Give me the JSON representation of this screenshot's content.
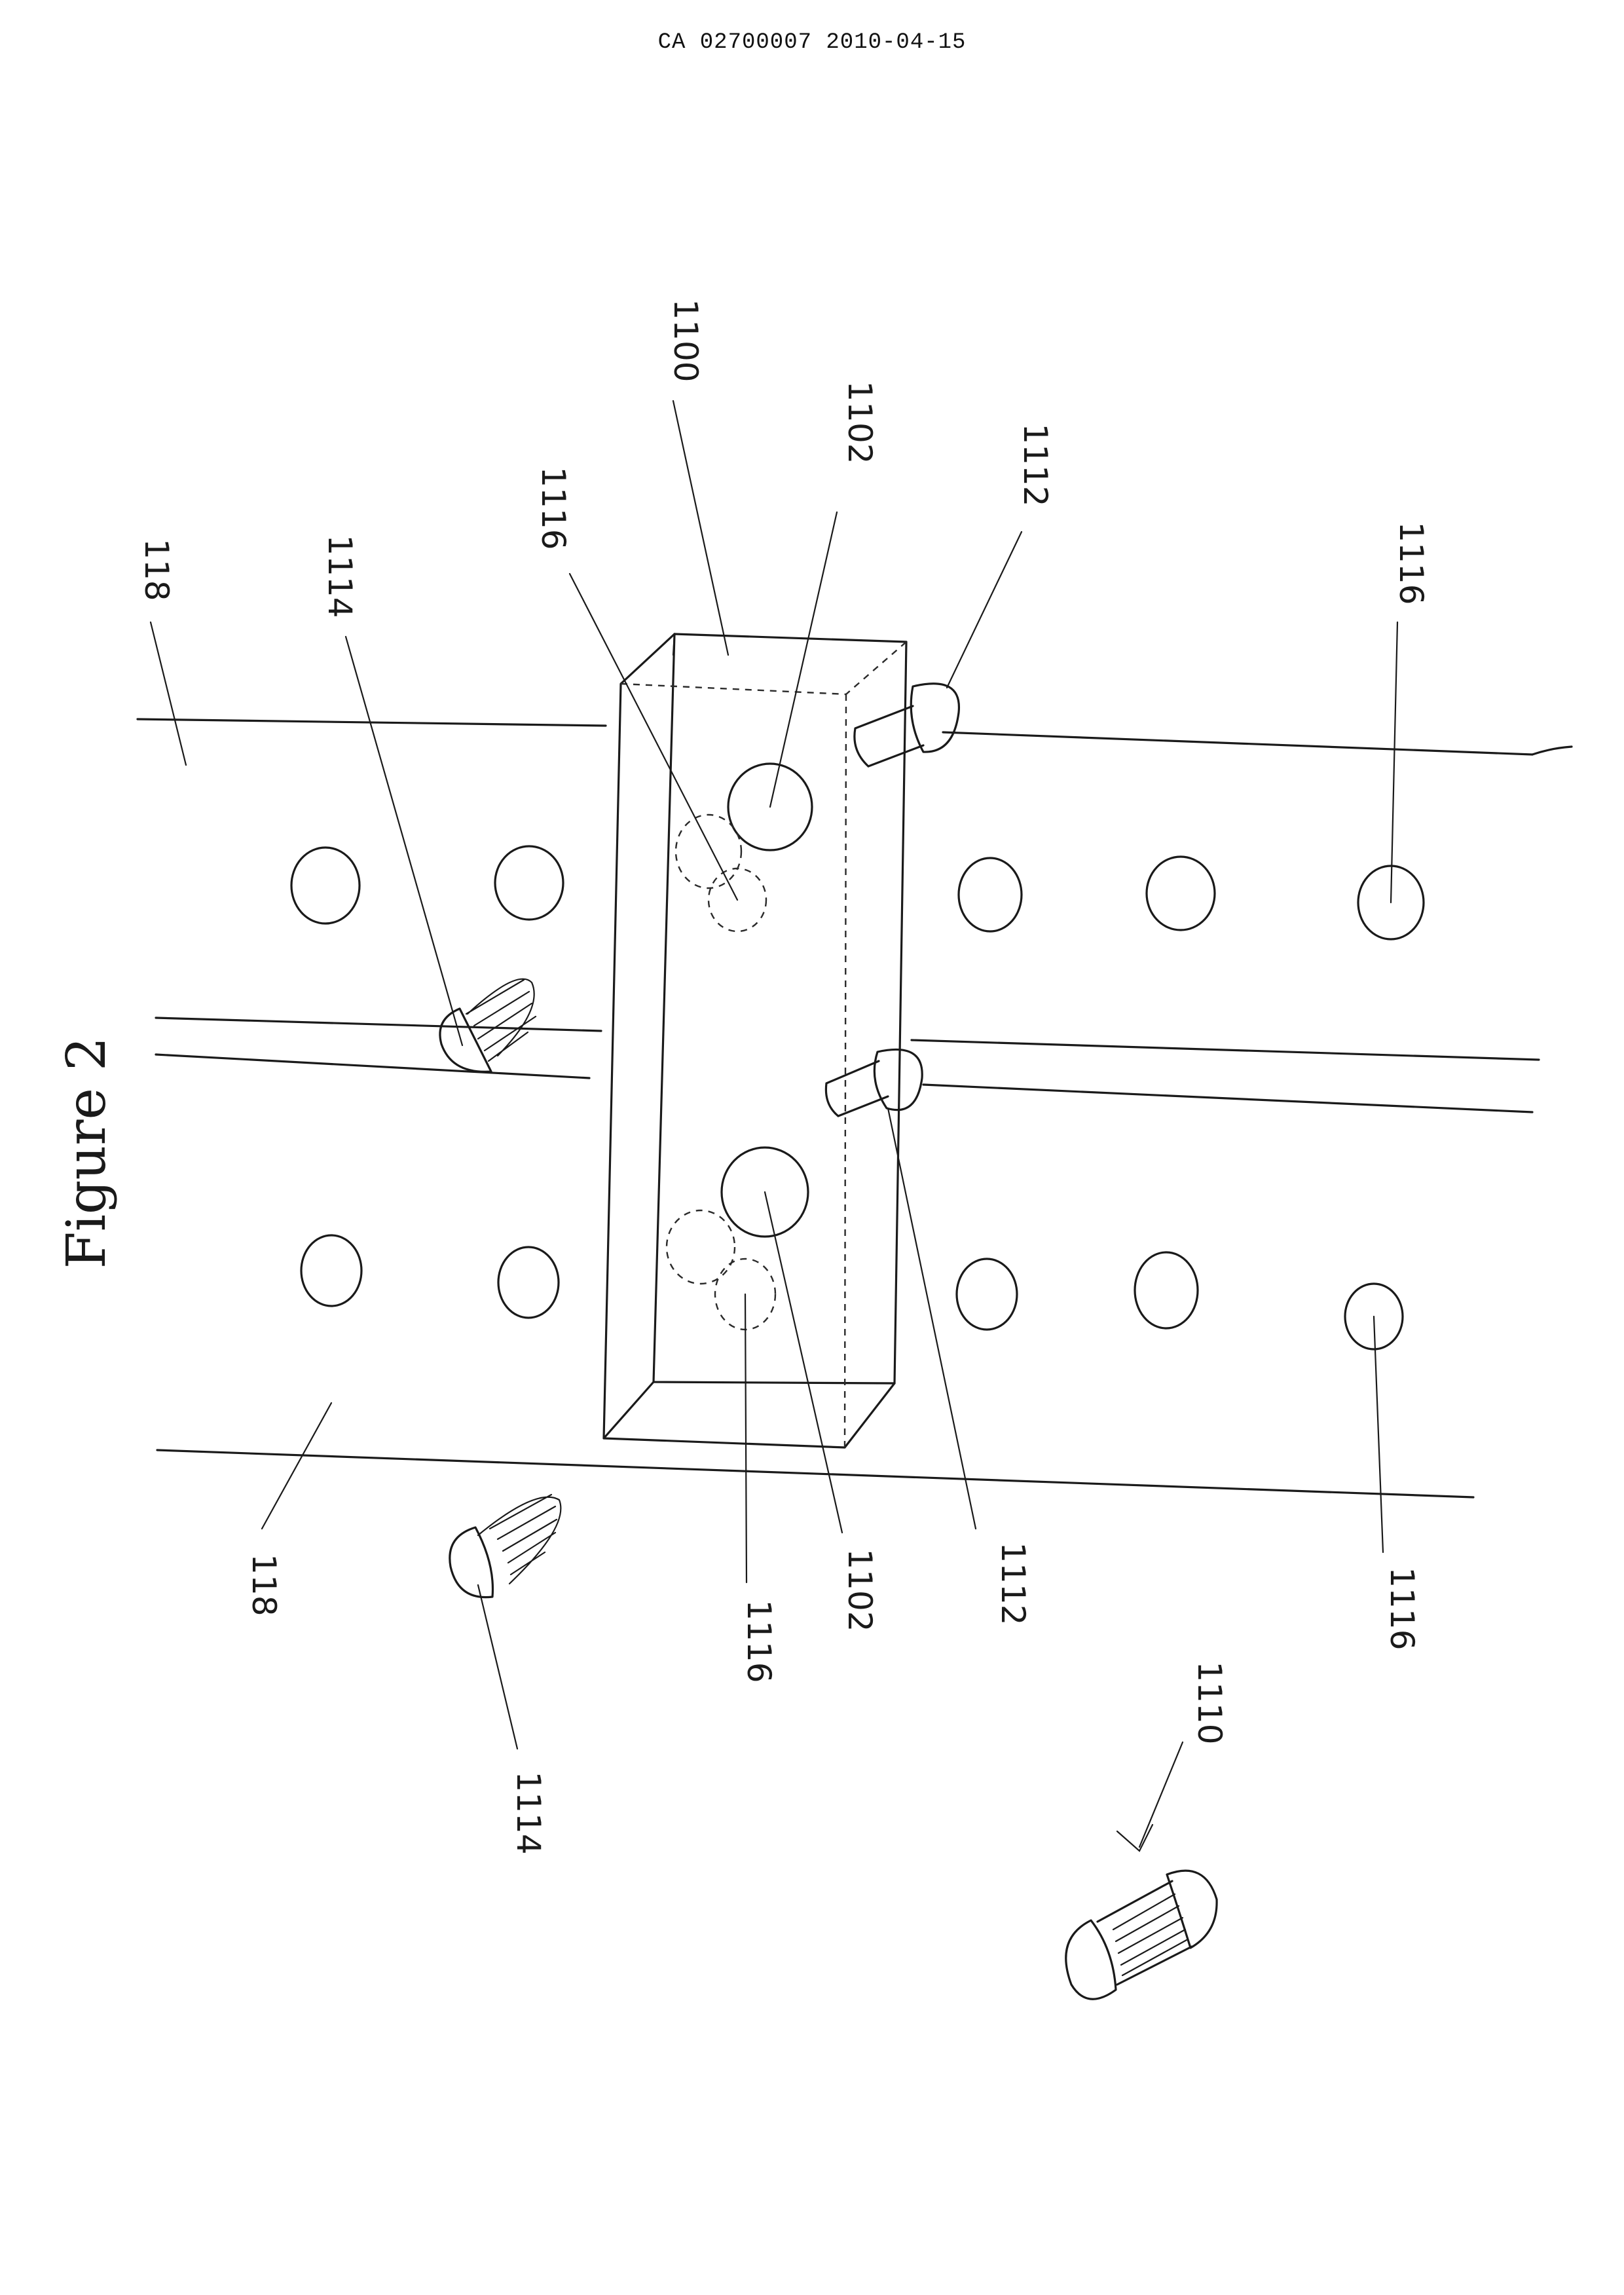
{
  "header": {
    "document_id": "CA 02700007 2010-04-15"
  },
  "figure": {
    "title": "Figure 2"
  },
  "labels": {
    "rail_top": "118",
    "rail_bottom": "118",
    "block": "1100",
    "bore_upper": "1102",
    "bore_lower": "1102",
    "pin_upper": "1112",
    "pin_lower": "1112",
    "screw_left_upper": "1114",
    "screw_loose": "1114",
    "hole_upper_right": "1116",
    "hole_lower_right": "1116",
    "hidden_hole_upper": "1116",
    "hidden_hole_lower": "1116",
    "fastener": "1110"
  }
}
